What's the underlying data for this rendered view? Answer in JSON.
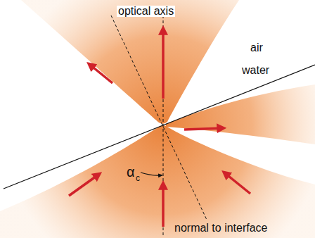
{
  "diagram": {
    "labels": [
      "optical axis",
      "air",
      "water",
      "α",
      "c",
      "normal to interface"
    ]
  }
}
